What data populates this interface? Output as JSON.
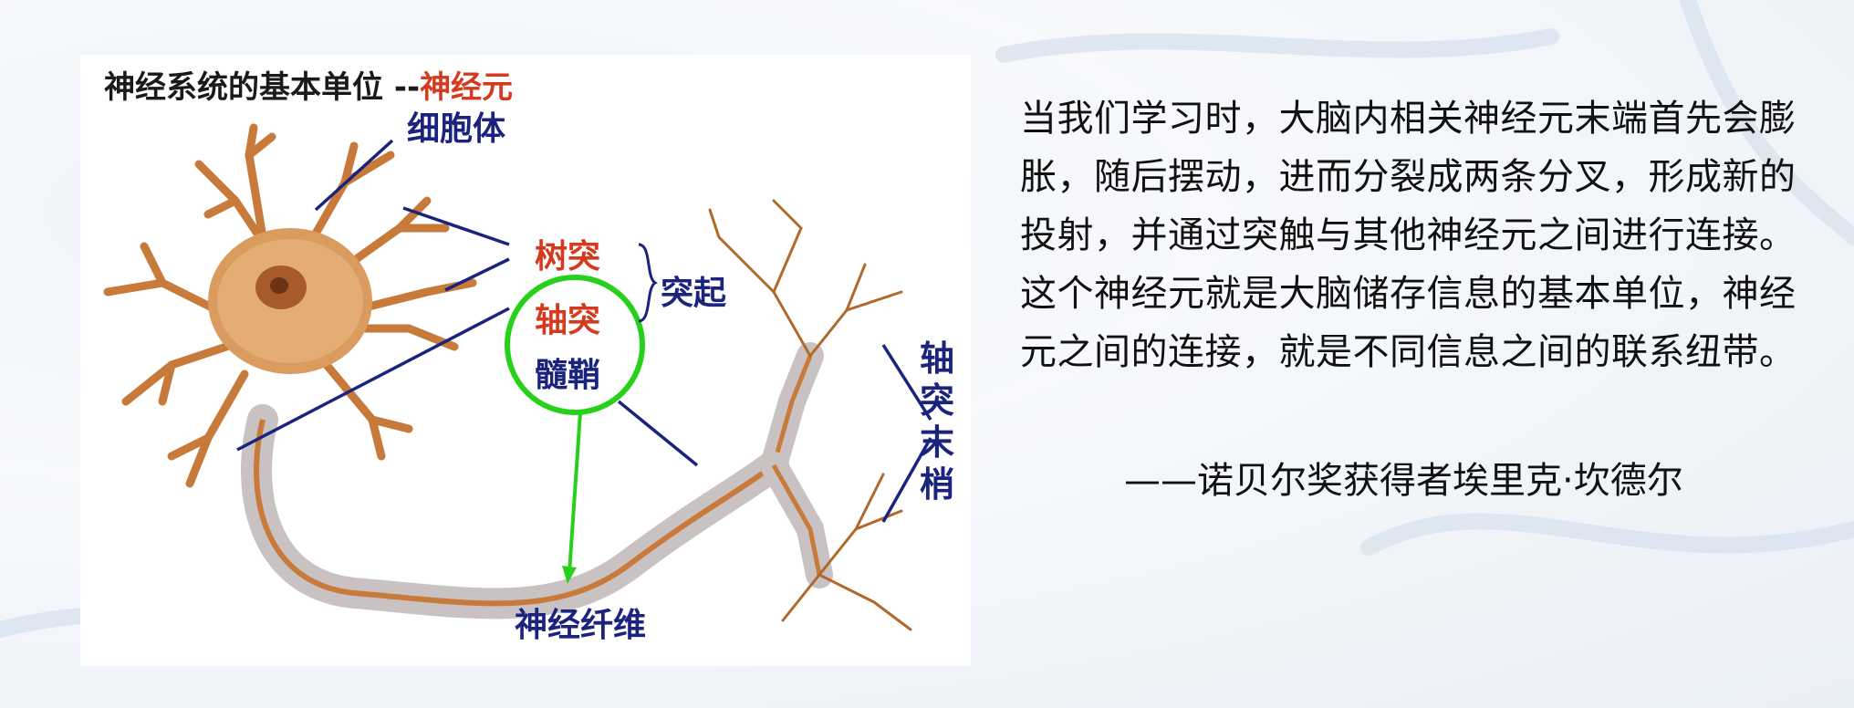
{
  "diagram": {
    "title_prefix": "神经系统的基本单位 --",
    "title_highlight": "神经元",
    "labels": {
      "cell_body": "细胞体",
      "dendrite": "树突",
      "axon": "轴突",
      "process": "突起",
      "myelin_sheath": "髓鞘",
      "nerve_fiber": "神经纤维",
      "axon_terminal": [
        "轴",
        "突",
        "末",
        "梢"
      ]
    },
    "colors": {
      "label_blue": "#1a237e",
      "label_red": "#d63a1e",
      "highlight_green": "#27d11b",
      "neuron": "#c87a3a",
      "sheath": "#c9c2c2"
    }
  },
  "quote": {
    "lines": [
      "当我们学习时，大脑内相关神经元末端首先会膨",
      "胀，随后摆动，进而分裂成两条分叉，形成新的",
      "投射，并通过突触与其他神经元之间进行连接。",
      "这个神经元就是大脑储存信息的基本单位，神经",
      "元之间的连接，就是不同信息之间的联系纽带。"
    ],
    "attribution": "——诺贝尔奖获得者埃里克·坎德尔"
  }
}
